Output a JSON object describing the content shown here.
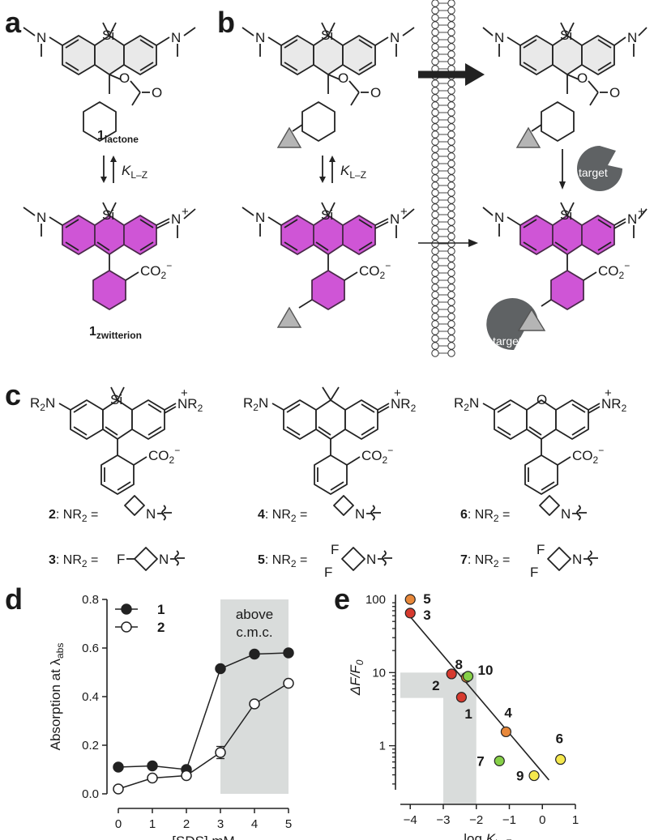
{
  "panels": {
    "a": "a",
    "b": "b",
    "c": "c",
    "d": "d",
    "e": "e"
  },
  "atoms": {
    "si": "Si",
    "o": "O",
    "n": "N",
    "nplus": "N",
    "plus": "+",
    "carbonyl_o": "O",
    "co2": "CO",
    "co2_sub": "2",
    "co2_charge": "−",
    "r2n": "R",
    "r2n_sub": "2",
    "r2n_n": "N",
    "nr2": "NR",
    "nr2_sub": "2",
    "f": "F",
    "n_ring": "N"
  },
  "panel_a": {
    "lactone_num": "1",
    "lactone_sub": "lactone",
    "zwitterion_num": "1",
    "zwitterion_sub": "zwitterion",
    "k": "K",
    "k_sub": "L–Z"
  },
  "panel_b": {
    "k": "K",
    "k_sub": "L–Z",
    "target_top": "target",
    "target_bottom": "target"
  },
  "panel_c": {
    "labels": [
      {
        "num": "2",
        "text": ": NR",
        "sub": "2",
        "eq": " ="
      },
      {
        "num": "3",
        "text": ": NR",
        "sub": "2",
        "eq": " ="
      },
      {
        "num": "4",
        "text": ": NR",
        "sub": "2",
        "eq": " ="
      },
      {
        "num": "5",
        "text": ": NR",
        "sub": "2",
        "eq": " ="
      },
      {
        "num": "6",
        "text": ": NR",
        "sub": "2",
        "eq": " ="
      },
      {
        "num": "7",
        "text": ": NR",
        "sub": "2",
        "eq": " ="
      }
    ]
  },
  "colors": {
    "magenta": "#cf55d6",
    "gray_ring": "#e9e9e9",
    "target": "#5f6264",
    "triangle": "#b5b5b5",
    "shade": "#d9dcdb",
    "red": "#d63a2f",
    "orange": "#e8883a",
    "green": "#86d048",
    "yellow": "#f5e84d"
  },
  "chart_data": [
    {
      "type": "line",
      "panel": "d",
      "xlabel": "[SDS] mM",
      "ylabel": "Absorption at λ",
      "ylabel_sub": "abs",
      "xlim": [
        0,
        5
      ],
      "ylim": [
        0,
        0.8
      ],
      "xticks": [
        "0",
        "1",
        "2",
        "3",
        "4",
        "5"
      ],
      "yticks": [
        "0.0",
        "0.2",
        "0.4",
        "0.6",
        "0.8"
      ],
      "shade_x": [
        3,
        5
      ],
      "shade_label": [
        "above",
        "c.m.c."
      ],
      "legend_position": "top-left",
      "series": [
        {
          "name": "1",
          "marker": "filled",
          "x": [
            0,
            1,
            2,
            3,
            4,
            5
          ],
          "y": [
            0.11,
            0.115,
            0.1,
            0.515,
            0.575,
            0.58
          ]
        },
        {
          "name": "2",
          "marker": "open",
          "x": [
            0,
            1,
            2,
            3,
            4,
            5
          ],
          "y": [
            0.02,
            0.065,
            0.075,
            0.17,
            0.37,
            0.455
          ],
          "yerr": [
            0,
            0,
            0,
            0.025,
            0,
            0
          ]
        }
      ]
    },
    {
      "type": "scatter",
      "panel": "e",
      "xlabel": "log K",
      "xlabel_sub": "L–Z",
      "ylabel": "ΔF/F",
      "ylabel_sub": "0",
      "xlim": [
        -4.3,
        1
      ],
      "ylim": [
        0.25,
        100
      ],
      "yscale": "log",
      "xticks": [
        "−4",
        "−3",
        "−2",
        "−1",
        "0",
        "1"
      ],
      "yticks": [
        "1",
        "10",
        "100"
      ],
      "shade_x": [
        -3,
        -2
      ],
      "shade_y": [
        4.5,
        10
      ],
      "fit_line": {
        "x": [
          -4,
          0.2
        ],
        "y": [
          58,
          0.34
        ]
      },
      "points": [
        {
          "label": "5",
          "x": -4.0,
          "y": 100,
          "color": "#e8883a"
        },
        {
          "label": "3",
          "x": -4.0,
          "y": 65,
          "color": "#d63a2f"
        },
        {
          "label": "2",
          "x": -2.75,
          "y": 9.6,
          "color": "#d63a2f"
        },
        {
          "label": "1",
          "x": -2.45,
          "y": 4.6,
          "color": "#d63a2f"
        },
        {
          "label": "8",
          "x": -2.3,
          "y": 8.6,
          "color": "#e8883a"
        },
        {
          "label": "10",
          "x": -2.25,
          "y": 8.9,
          "color": "#86d048"
        },
        {
          "label": "4",
          "x": -1.1,
          "y": 1.55,
          "color": "#e8883a"
        },
        {
          "label": "7",
          "x": -1.3,
          "y": 0.62,
          "color": "#86d048"
        },
        {
          "label": "9",
          "x": -0.25,
          "y": 0.39,
          "color": "#f5e84d"
        },
        {
          "label": "6",
          "x": 0.55,
          "y": 0.65,
          "color": "#f5e84d"
        }
      ]
    }
  ]
}
